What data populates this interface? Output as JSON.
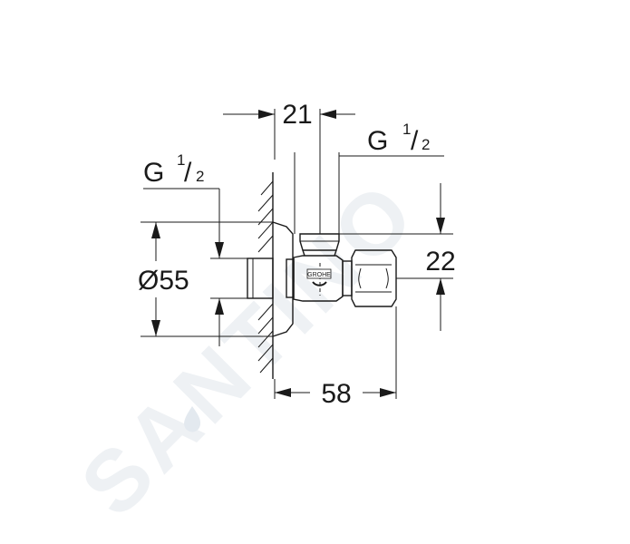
{
  "watermark": {
    "text": "SANTINO"
  },
  "dimensions": {
    "top_width": "21",
    "right_height": "22",
    "bottom_length": "58",
    "left_diameter": "Ø55"
  },
  "threads": {
    "right": {
      "base": "G",
      "numerator": "1",
      "slash": "/",
      "denominator": "2"
    },
    "left": {
      "base": "G",
      "numerator": "1",
      "slash": "/",
      "denominator": "2"
    }
  },
  "brand_mark": {
    "text": "GROHE"
  }
}
